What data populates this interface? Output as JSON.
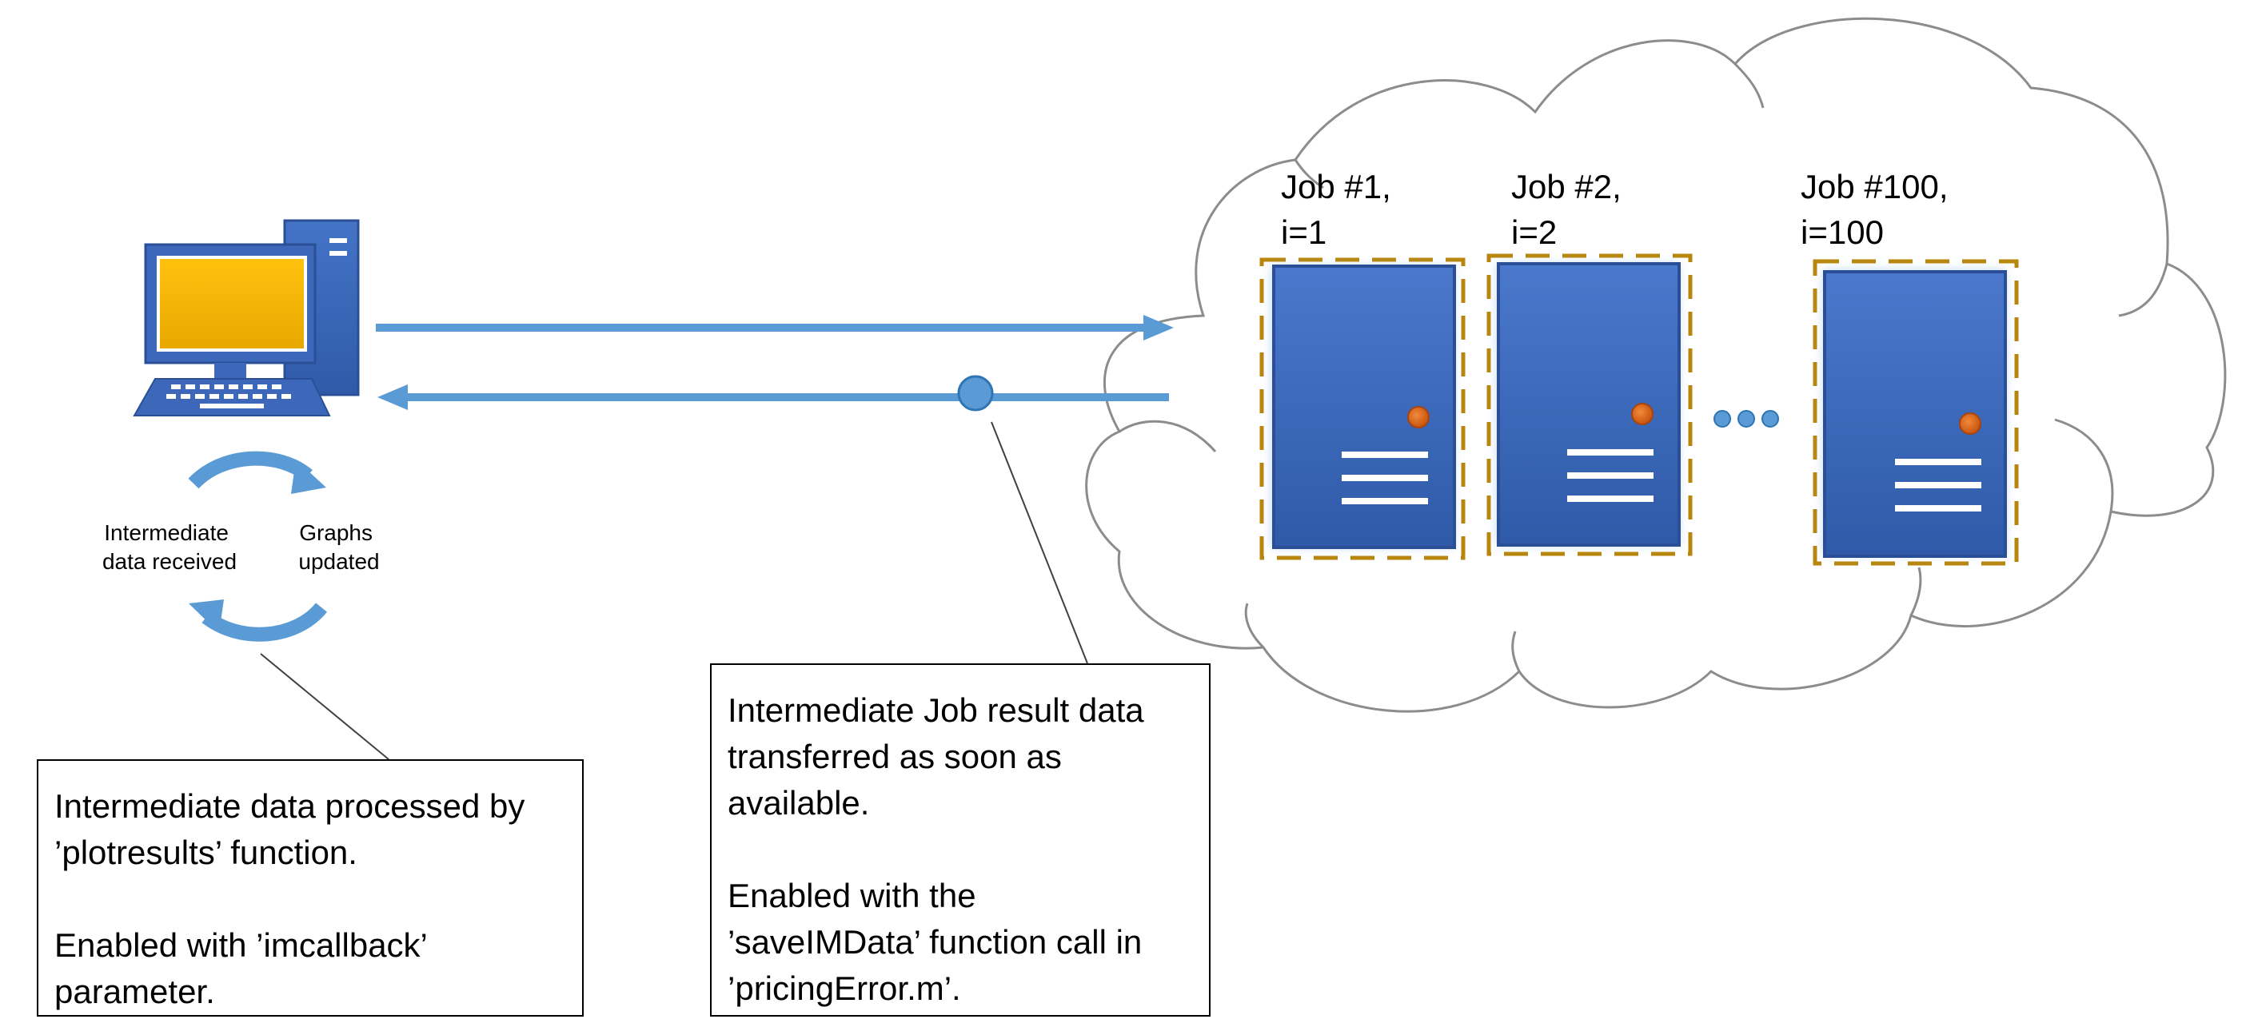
{
  "client": {
    "cycle_label_left": [
      "Intermediate",
      "data received"
    ],
    "cycle_label_right": [
      "Graphs",
      "updated"
    ],
    "icon": "desktop-computer-icon"
  },
  "jobs": [
    {
      "label_line1": "Job #1,",
      "label_line2": "i=1",
      "icon": "server-icon"
    },
    {
      "label_line1": "Job #2,",
      "label_line2": "i=2",
      "icon": "server-icon"
    },
    {
      "label_line1": "Job #100,",
      "label_line2": "i=100",
      "icon": "server-icon"
    }
  ],
  "callouts": {
    "left": {
      "para1": "Intermediate data processed by\n’plotresults’ function.",
      "para2": "Enabled with ’imcallback’\nparameter."
    },
    "middle": {
      "para1": "Intermediate Job result data\ntransferred as soon as\navailable.",
      "para2": "Enabled with the\n’saveIMData’ function call in\n’pricingError.m’."
    }
  },
  "colors": {
    "arrow": "#5b9bd5",
    "server_fill": "#3d67b8",
    "server_border": "#2a4f96",
    "dashed_outline": "#b8860b",
    "screen": "#f2b600",
    "server_light": "#e06a1b",
    "cloud_stroke": "#8c8c8c"
  }
}
